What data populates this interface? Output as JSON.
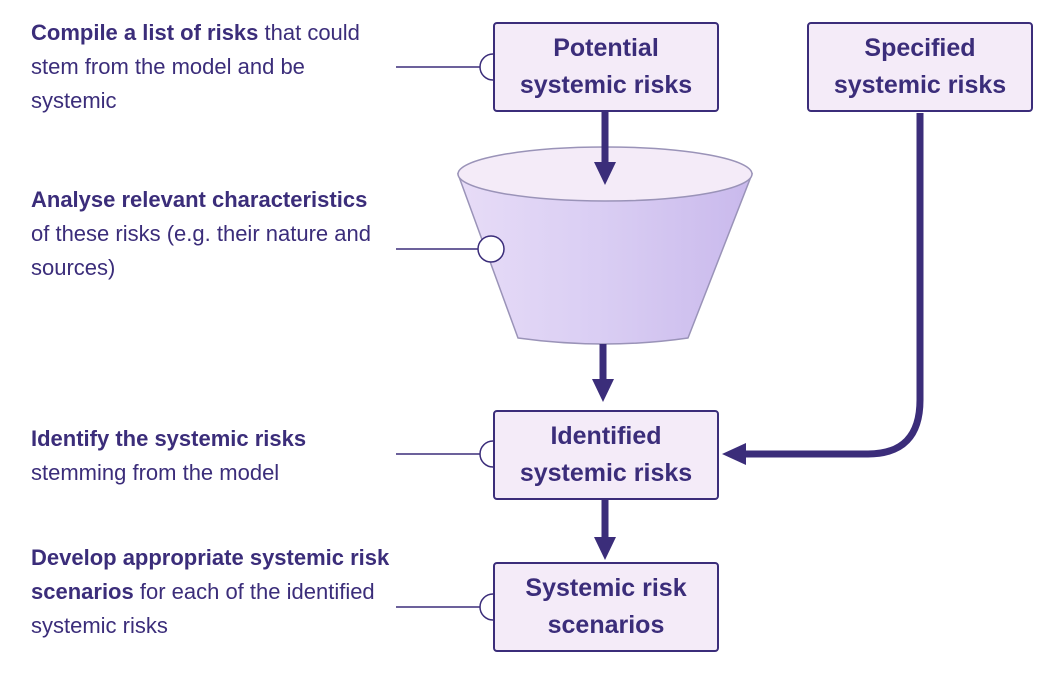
{
  "steps": [
    {
      "bold": "Compile a list of risks",
      "rest": " that could stem from the model and be systemic"
    },
    {
      "bold": "Analyse relevant characteristics",
      "rest": " of these risks (e.g. their nature and sources)"
    },
    {
      "bold": "Identify the systemic risks",
      "rest": " stemming from the model"
    },
    {
      "bold": "Develop appropriate systemic risk scenarios",
      "rest": " for each of the identified systemic risks"
    }
  ],
  "boxes": {
    "potential": {
      "line1": "Potential",
      "line2": "systemic risks"
    },
    "specified": {
      "line1": "Specified",
      "line2": "systemic risks"
    },
    "identified": {
      "line1": "Identified",
      "line2": "systemic risks"
    },
    "scenarios": {
      "line1": "Systemic risk",
      "line2": "scenarios"
    }
  },
  "colors": {
    "primary": "#3b2d7a",
    "box_fill": "#f4ebf8",
    "funnel_fill": "#d9cdf3"
  }
}
